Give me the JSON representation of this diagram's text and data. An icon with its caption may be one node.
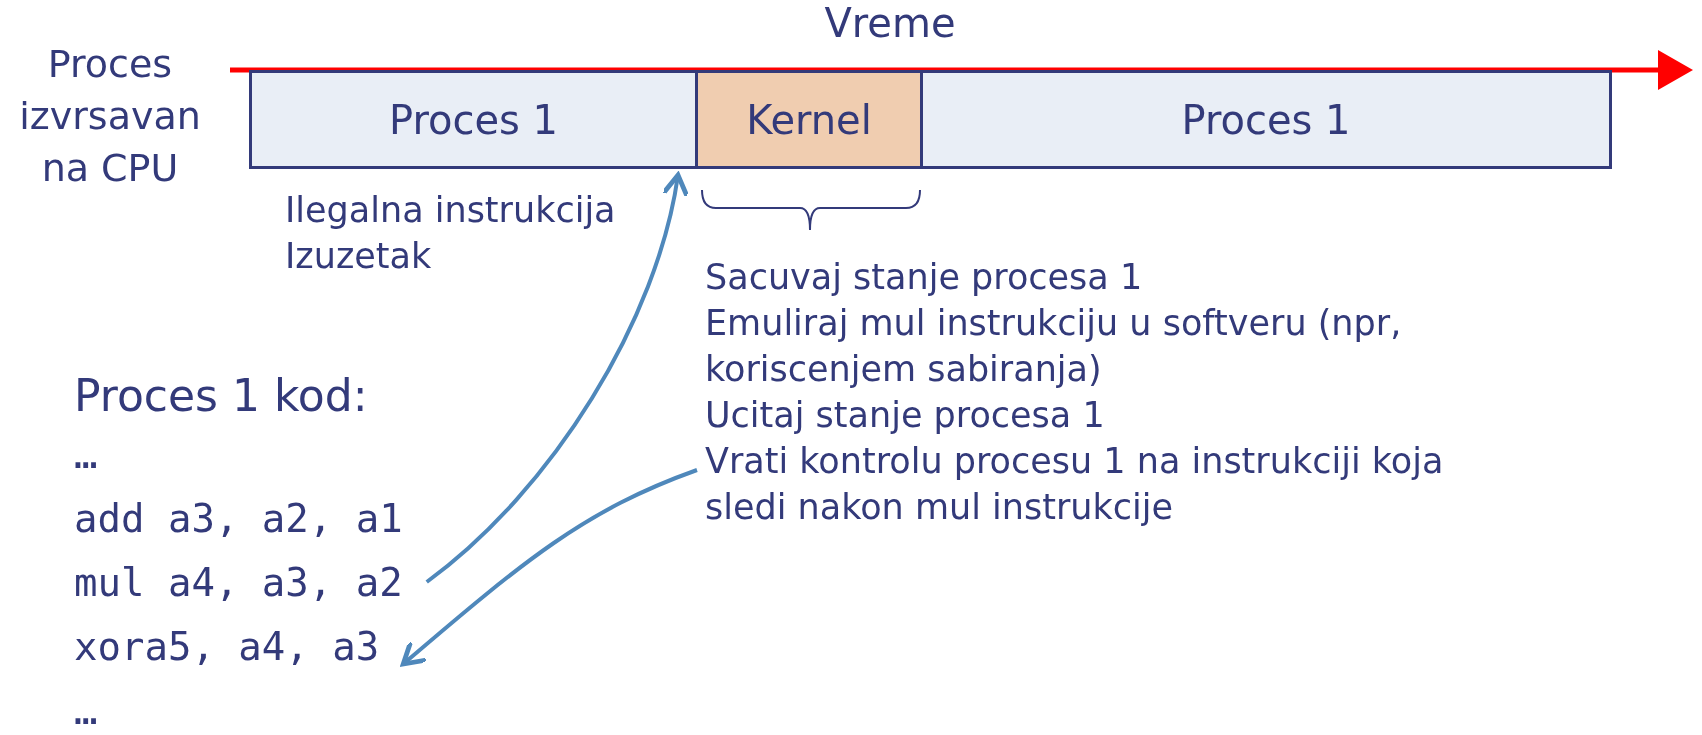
{
  "diagram": {
    "nodes": [
      {
        "text": [
          "Proces 1"
        ]
      },
      {
        "text": [
          "Kernel"
        ]
      },
      {
        "text": [
          "Proces 1"
        ]
      },
      {
        "text": [
          "mul a4, a3, a2"
        ]
      },
      {
        "text": [
          "Sacuvaj stanje procesa 1",
          "Emuliraj mul instrukciju u softveru (npr, koriscenjem sabiranja)",
          "Ucitaj stanje procesa 1",
          "Vrati kontrolu procesu 1 na instrukciji koja sledi nakon mul instrukcije"
        ]
      },
      {
        "text": [
          "xora5, a4, a3"
        ]
      }
    ],
    "edges": [
      {
        "from": 3,
        "to": 0,
        "arrow": "to"
      },
      {
        "from": 4,
        "to": 5,
        "arrow": "to"
      }
    ],
    "labels": [
      "Vreme",
      "Proces izvrsavan na CPU",
      "Ilegalna instrukcija",
      "Izuzetak",
      "Proces 1 kod:",
      "…",
      "add a3, a2, a1",
      "…"
    ]
  }
}
